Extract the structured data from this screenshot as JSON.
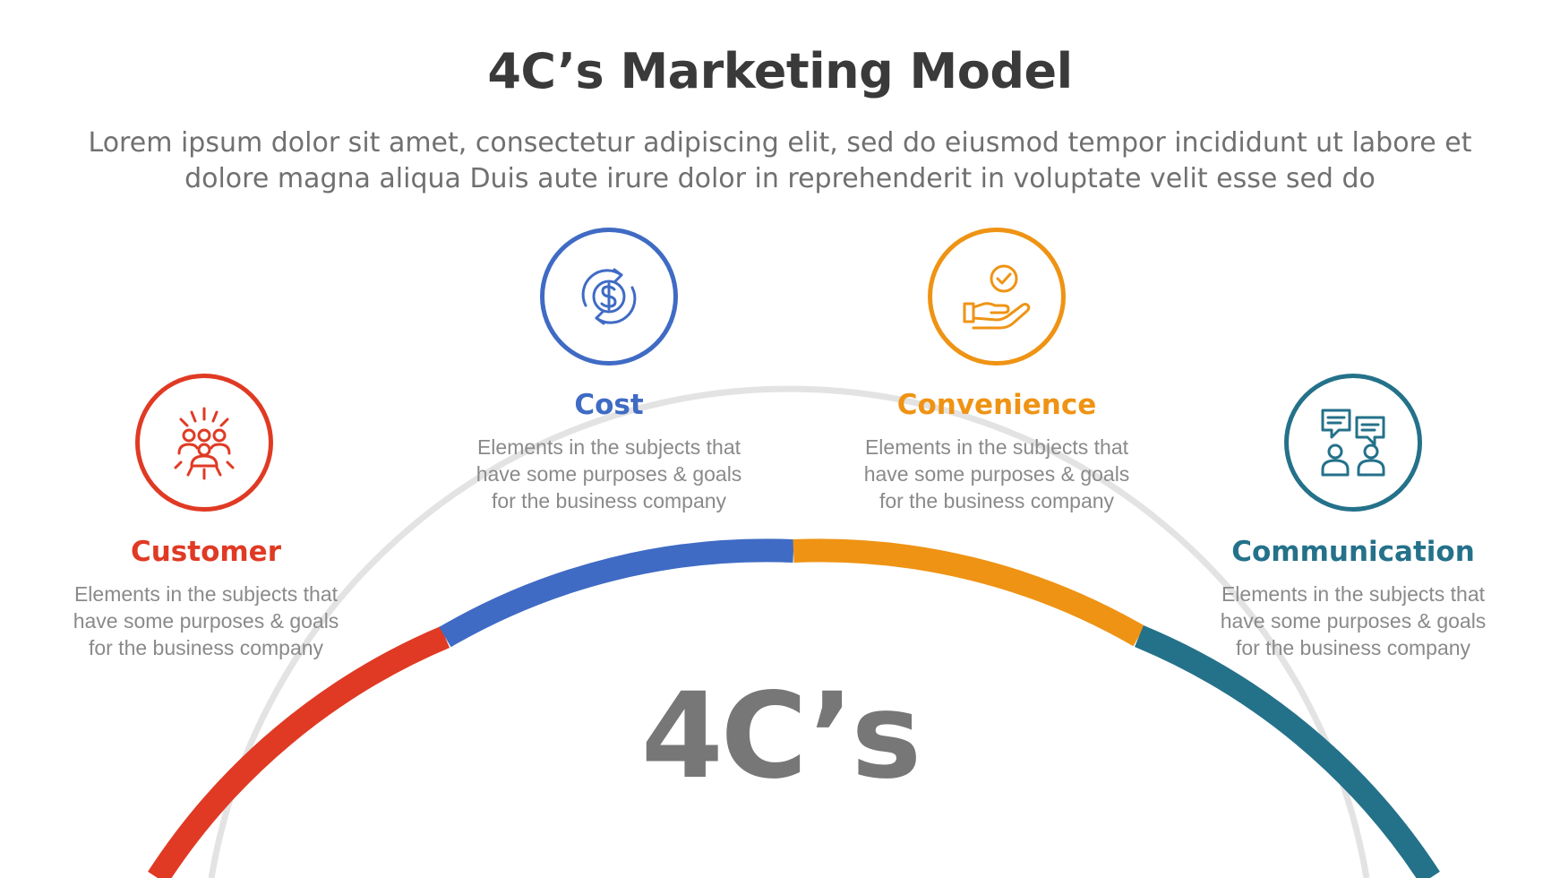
{
  "title": "4C’s Marketing Model",
  "subtitle": "Lorem ipsum dolor sit amet, consectetur adipiscing elit, sed do eiusmod tempor incididunt ut labore et dolore magna aliqua Duis aute irure dolor in reprehenderit in voluptate velit esse sed do",
  "center_label": "4C’s",
  "items": [
    {
      "label": "Customer",
      "description": "Elements in the subjects that\nhave  some purposes & goals\nfor the  business company",
      "color": "#e03a24",
      "icon": "people-group-icon"
    },
    {
      "label": "Cost",
      "description": "Elements in the subjects that\nhave  some purposes & goals\nfor the  business company",
      "color": "#3f6bc4",
      "icon": "dollar-cycle-icon"
    },
    {
      "label": "Convenience",
      "description": "Elements in the subjects that\nhave  some purposes & goals\nfor the  business company",
      "color": "#ef9314",
      "icon": "hand-check-icon"
    },
    {
      "label": "Communication",
      "description": "Elements in the subjects that\nhave  some purposes & goals\nfor the  business company",
      "color": "#24718a",
      "icon": "chat-people-icon"
    }
  ],
  "colors": {
    "inner_ring": "#e3e3e3",
    "title": "#3a3a3a",
    "text": "#8a8a8a"
  }
}
